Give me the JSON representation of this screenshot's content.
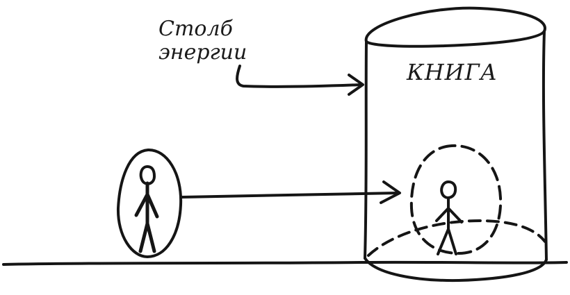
{
  "diagram": {
    "pillar_label_line1": "Столб",
    "pillar_label_line2": "энергии",
    "book_label": "КНИГА",
    "ink_color": "#151515",
    "background": "#ffffff"
  }
}
